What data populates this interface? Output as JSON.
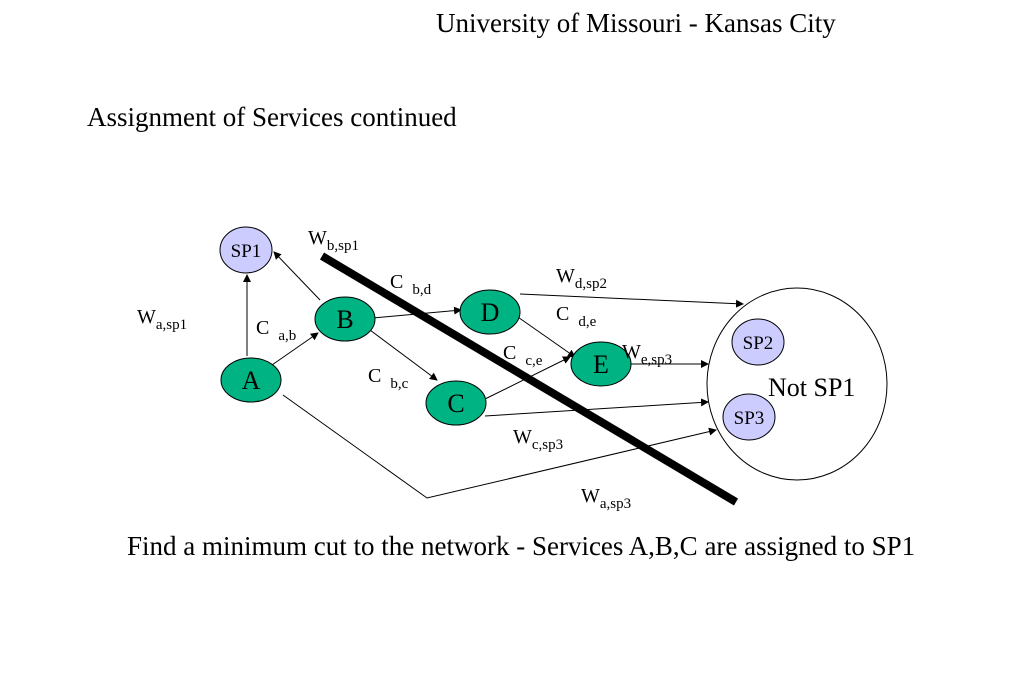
{
  "slide": {
    "header": "University of Missouri - Kansas City",
    "title": "Assignment of Services continued",
    "caption": "Find a minimum cut to the network - Services A,B,C are assigned to SP1"
  },
  "colors": {
    "service_node": "#00b383",
    "provider_node": "#ccccff",
    "line": "#000000"
  },
  "diagram": {
    "nodes": {
      "sp1": "SP1",
      "sp2": "SP2",
      "sp3": "SP3",
      "a": "A",
      "b": "B",
      "c": "C",
      "d": "D",
      "e": "E",
      "not_sp1": "Not SP1"
    },
    "labels": {
      "w_a_sp1": {
        "main": "W",
        "sub": "a,sp1"
      },
      "w_b_sp1": {
        "main": "W",
        "sub": "b,sp1"
      },
      "c_a_b": {
        "main": "C ",
        "sub": "a,b"
      },
      "c_b_d": {
        "main": "C ",
        "sub": "b,d"
      },
      "c_b_c": {
        "main": "C ",
        "sub": "b,c"
      },
      "w_d_sp2": {
        "main": "W",
        "sub": "d,sp2"
      },
      "c_d_e": {
        "main": "C ",
        "sub": "d,e"
      },
      "c_c_e": {
        "main": "C ",
        "sub": "c,e"
      },
      "w_e_sp3": {
        "main": "W",
        "sub": "e,sp3"
      },
      "w_c_sp3": {
        "main": "W",
        "sub": "c,sp3"
      },
      "w_a_sp3": {
        "main": "W",
        "sub": "a,sp3"
      }
    }
  }
}
